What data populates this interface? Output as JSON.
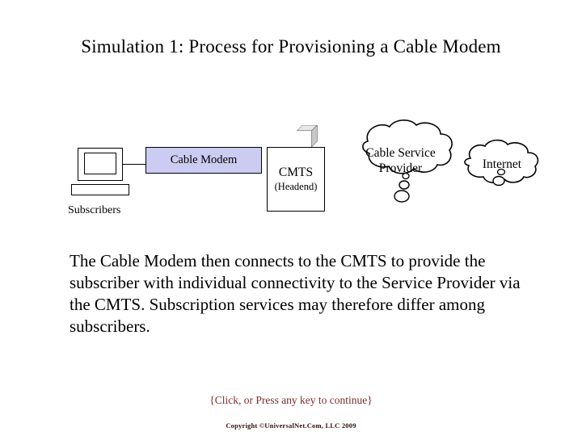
{
  "slide": {
    "title": "Simulation 1: Process for Provisioning a Cable Modem",
    "body": "The Cable Modem then connects to the CMTS to provide the subscriber with individual connectivity to the Service Provider via the CMTS. Subscription services may therefore differ among subscribers.",
    "click_note": "{Click, or Press any key to continue}",
    "copyright": "Copyright ©UniversalNet.Com, LLC 2009"
  },
  "diagram": {
    "subscribers_label": "Subscribers",
    "cable_modem_label": "Cable Modem",
    "cmts_label": "CMTS",
    "cmts_sublabel": "(Headend)",
    "cloud_service_provider": "Cable Service Provider",
    "cloud_internet": "Internet",
    "colors": {
      "cable_modem_fill": "#ccccf2",
      "cmts_face_fill": "#ffffff",
      "cmts_top_fill": "#e8e8e8",
      "cmts_side_fill": "#c8c8c8",
      "outline": "#000000",
      "click_note": "#7d2b2b",
      "copyright": "#3a0d0d"
    }
  }
}
